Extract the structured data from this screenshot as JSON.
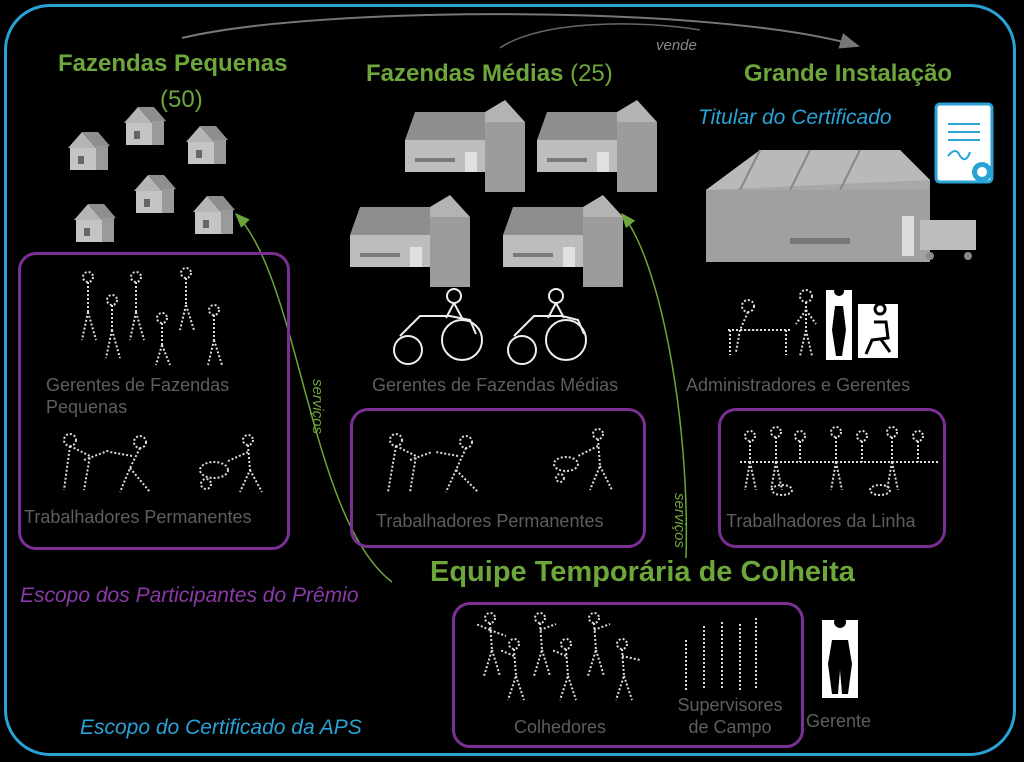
{
  "titles": {
    "small_farms": "Fazendas Pequenas",
    "small_farms_count": "(50)",
    "medium_farms": "Fazendas Médias",
    "medium_farms_count": "(25)",
    "large_facility": "Grande Instalação",
    "certificate_holder": "Titular do Certificado",
    "temp_crew": "Equipe Temporária de Colheita"
  },
  "flows": {
    "sells": "vende",
    "services_left": "serviços",
    "services_right": "serviços"
  },
  "labels": {
    "small_managers": "Gerentes de Fazendas Pequenas",
    "small_workers": "Trabalhadores Permanentes",
    "medium_managers": "Gerentes de Fazendas Médias",
    "medium_workers": "Trabalhadores Permanentes",
    "admins": "Administradores e Gerentes",
    "line_workers": "Trabalhadores da Linha",
    "pickers": "Colhedores",
    "supervisors": "Supervisores de Campo",
    "manager": "Gerente"
  },
  "scopes": {
    "award_participants": "Escopo dos Participantes do Prêmio",
    "aps_certificate": "Escopo do Certificado da APS"
  },
  "colors": {
    "frame": "#29a3d6",
    "green": "#6da63a",
    "purple": "#7b2f95",
    "grey": "#5e5e5e",
    "building": "#a8a8a8"
  }
}
